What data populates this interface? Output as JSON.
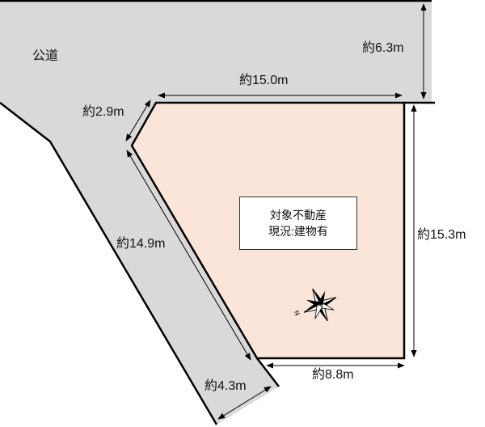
{
  "road_label": "公道",
  "property": {
    "title": "対象不動産",
    "status": "現況:建物有"
  },
  "dimensions": {
    "road_width_top": "約6.3m",
    "north_side": "約15.0m",
    "corner_cut": "約2.9m",
    "west_side": "約14.9m",
    "east_side": "約15.3m",
    "south_side": "約8.8m",
    "road_width_bottom": "約4.3m"
  },
  "colors": {
    "road": "#d9d9d9",
    "plot": "#fbe5d8",
    "line": "#000000"
  },
  "icons": {
    "compass": "compass-rose-icon"
  }
}
